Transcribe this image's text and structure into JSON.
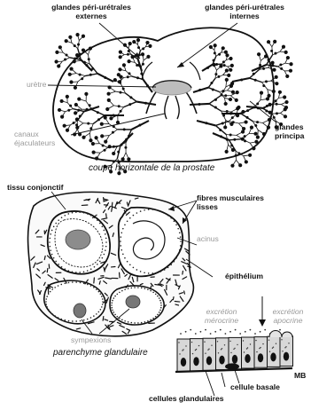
{
  "section_top": {
    "labels": {
      "periurethral_external": "glandes péri-urétrales\nexternes",
      "periurethral_internal": "glandes péri-urétrales\ninternes",
      "uretre": "urètre",
      "canaux": "canaux\néjaculateurs",
      "glandes_principales": "glandes\nprincipa"
    },
    "caption": "coupe horizontale de la prostate"
  },
  "section_bottom": {
    "labels": {
      "tissu": "tissu conjonctif",
      "fibres": "fibres musculaires\nlisses",
      "acinus": "acinus",
      "epithelium": "épithélium",
      "sympexions": "sympexions",
      "excretion_merocrine": "excrétion\nmérocrine",
      "excretion_apocrine": "excrétion\napocrine",
      "mb": "MB",
      "cellule_basale": "cellule basale",
      "cellules_glandulaires": "cellules glandulaires"
    },
    "caption": "parenchyme glandulaire"
  },
  "colors": {
    "ink": "#111111",
    "muted_label": "#9a9a9a",
    "urethra": "#bdbdbd",
    "nucleus": "#8c8c8c",
    "cell_fill": "#d8d8d8"
  }
}
